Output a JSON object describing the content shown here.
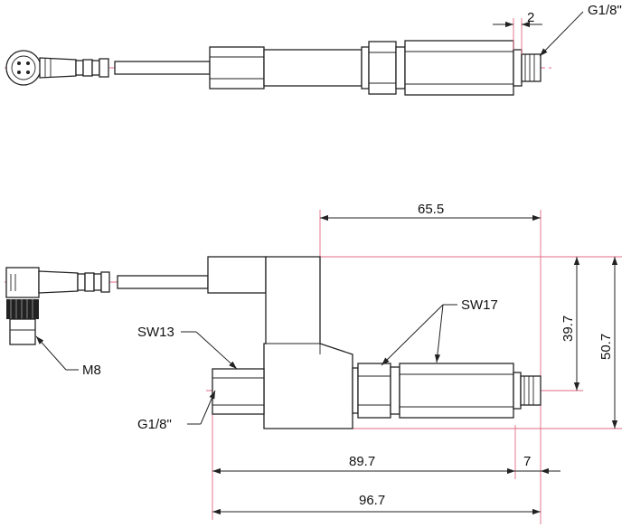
{
  "colors": {
    "outline": "#222222",
    "centerline": "#e06a86",
    "background": "#ffffff"
  },
  "top_view": {
    "dim_offset": "2",
    "thread_label": "G1/8\""
  },
  "side_view": {
    "dim_width_top": "65.5",
    "dim_height_inner": "39.7",
    "dim_height_outer": "50.7",
    "wrench_sw17": "SW17",
    "wrench_sw13": "SW13",
    "connector_thread": "M8",
    "inlet_thread": "G1/8\"",
    "dim_length_a": "89.7",
    "dim_offset_b": "7",
    "dim_length_total": "96.7"
  }
}
